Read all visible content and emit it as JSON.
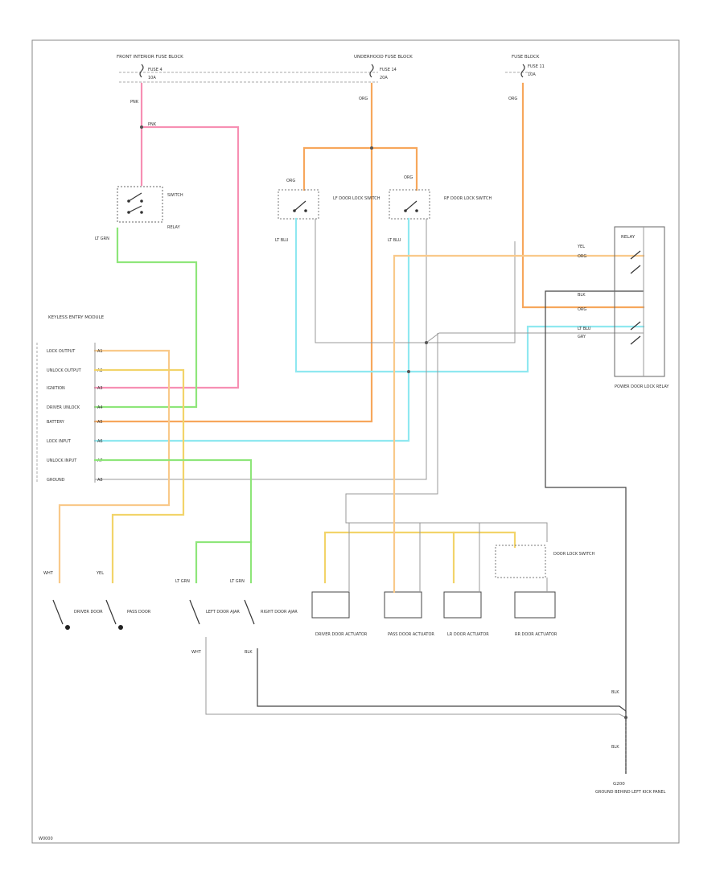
{
  "colors": {
    "pink": "#f78fb3",
    "orange": "#f7a75c",
    "lt_orange": "#f9c98a",
    "green": "#8ee67a",
    "lt_green": "#b6f0a8",
    "cyan": "#8fe8f0",
    "yellow": "#f2d46a",
    "gray": "#b8b8b8",
    "black": "#444444"
  },
  "labels": {
    "fuse_block_left": "FRONT INTERIOR FUSE BLOCK",
    "fuse_block_mid": "UNDERHOOD FUSE BLOCK",
    "fuse_block_right": "FUSE BLOCK",
    "fuse_left_a": "FUSE 4",
    "fuse_left_b": "10A",
    "fuse_mid_a": "FUSE 14",
    "fuse_mid_b": "20A",
    "fuse_right_a": "FUSE 11",
    "fuse_right_b": "10A",
    "wire_pnk": "PNK",
    "wire_org": "ORG",
    "wire_yel": "YEL",
    "wire_ltgrn": "LT GRN",
    "wire_ltblu": "LT BLU",
    "wire_wht": "WHT",
    "wire_blk": "BLK",
    "wire_gry": "GRY",
    "switch_left": "SWITCH",
    "switch_left_relay": "RELAY",
    "lf_door_lock": "LF DOOR LOCK SWITCH",
    "rf_door_lock": "RF DOOR LOCK SWITCH",
    "module_title": "KEYLESS ENTRY MODULE",
    "module_pins": [
      "LOCK OUTPUT",
      "UNLOCK OUTPUT",
      "IGNITION",
      "DRIVER UNLOCK",
      "BATTERY",
      "LOCK INPUT",
      "UNLOCK INPUT",
      "GROUND"
    ],
    "module_pin_nums": [
      "A1",
      "A2",
      "A3",
      "A4",
      "A5",
      "A6",
      "A7",
      "A8"
    ],
    "right_relay_title": "RELAY",
    "right_relay_desc": "POWER DOOR LOCK RELAY",
    "left_bottom_a": "DRIVER DOOR",
    "left_bottom_b": "PASS DOOR",
    "ajar_left": "LEFT DOOR AJAR",
    "ajar_right": "RIGHT DOOR AJAR",
    "actuator_1": "DRIVER DOOR ACTUATOR",
    "actuator_2": "PASS DOOR ACTUATOR",
    "actuator_3": "LR DOOR ACTUATOR",
    "actuator_4": "RR DOOR ACTUATOR",
    "actuator_switch": "DOOR LOCK SWITCH",
    "ground_label": "G200",
    "ground_desc": "GROUND BEHIND LEFT KICK PANEL",
    "footer_code": "W0000"
  }
}
